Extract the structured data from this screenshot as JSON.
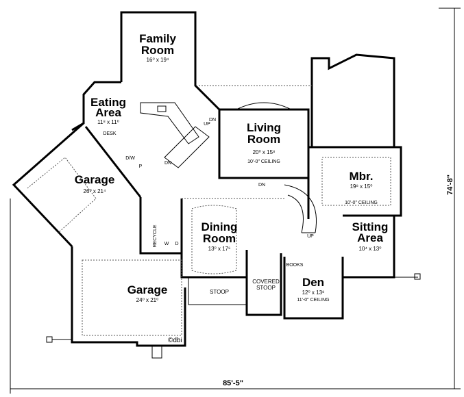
{
  "rooms": {
    "family": {
      "name1": "Family",
      "name2": "Room",
      "dims": "16⁰ x 19⁴"
    },
    "eating": {
      "name1": "Eating",
      "name2": "Area",
      "dims": "11⁸ x 11⁰"
    },
    "garage1": {
      "name": "Garage",
      "dims": "26⁰ x 21⁴"
    },
    "garage2": {
      "name": "Garage",
      "dims": "24⁰ x 21⁰"
    },
    "living": {
      "name1": "Living",
      "name2": "Room",
      "dims": "20⁰ x 15⁸",
      "ceiling": "10'-0\" CEILING"
    },
    "mbr": {
      "name": "Mbr.",
      "dims": "19⁸ x 15⁰",
      "ceiling": "10'-0\" CEILING"
    },
    "dining": {
      "name1": "Dining",
      "name2": "Room",
      "dims": "13⁰ x 17⁶"
    },
    "sitting": {
      "name1": "Sitting",
      "name2": "Area",
      "dims": "10⁴ x 13⁰"
    },
    "den": {
      "name": "Den",
      "dims": "12⁰ x 13⁸",
      "ceiling": "11'-0\" CEILING"
    },
    "stoop": {
      "name": "STOOP"
    },
    "covered_stoop": {
      "name1": "COVERED",
      "name2": "STOOP"
    }
  },
  "annotations": {
    "desk": "DESK",
    "dw": "D/W",
    "pantry": "P",
    "recycle": "RECYCLE",
    "washer": "W",
    "dryer": "D",
    "up1": "UP",
    "dn1": "DN",
    "dn2": "DN",
    "dn3": "DN",
    "up2": "UP",
    "books": "BOOKS",
    "copyright": "©dbi"
  },
  "dimensions": {
    "width": "85'-5\"",
    "depth": "74'-8\""
  }
}
